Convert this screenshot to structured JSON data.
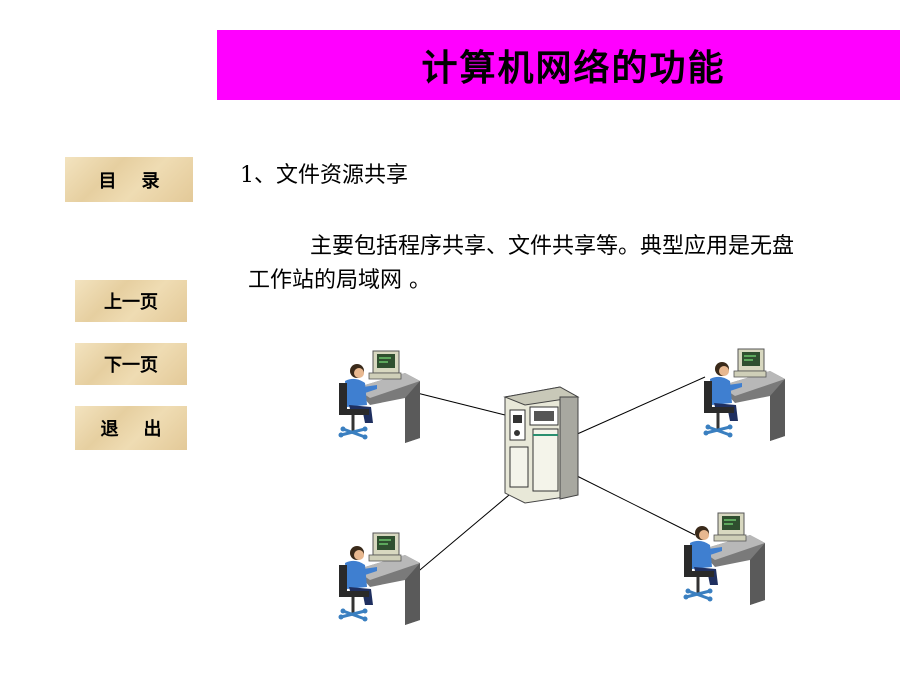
{
  "title": "计算机网络的功能",
  "nav": {
    "toc": "目    录",
    "prev": "上一页",
    "next": "下一页",
    "exit": "退    出"
  },
  "content": {
    "heading": "1、文件资源共享",
    "paragraph": "主要包括程序共享、文件共享等。典型应用是无盘工作站的局域网 。"
  },
  "colors": {
    "title_bg": "#ff00ff",
    "button_bg": "#e8d3a5"
  },
  "diagram": {
    "server_icon": "server-icon",
    "workstation_icon": "workstation-icon",
    "workstation_count": 4
  }
}
